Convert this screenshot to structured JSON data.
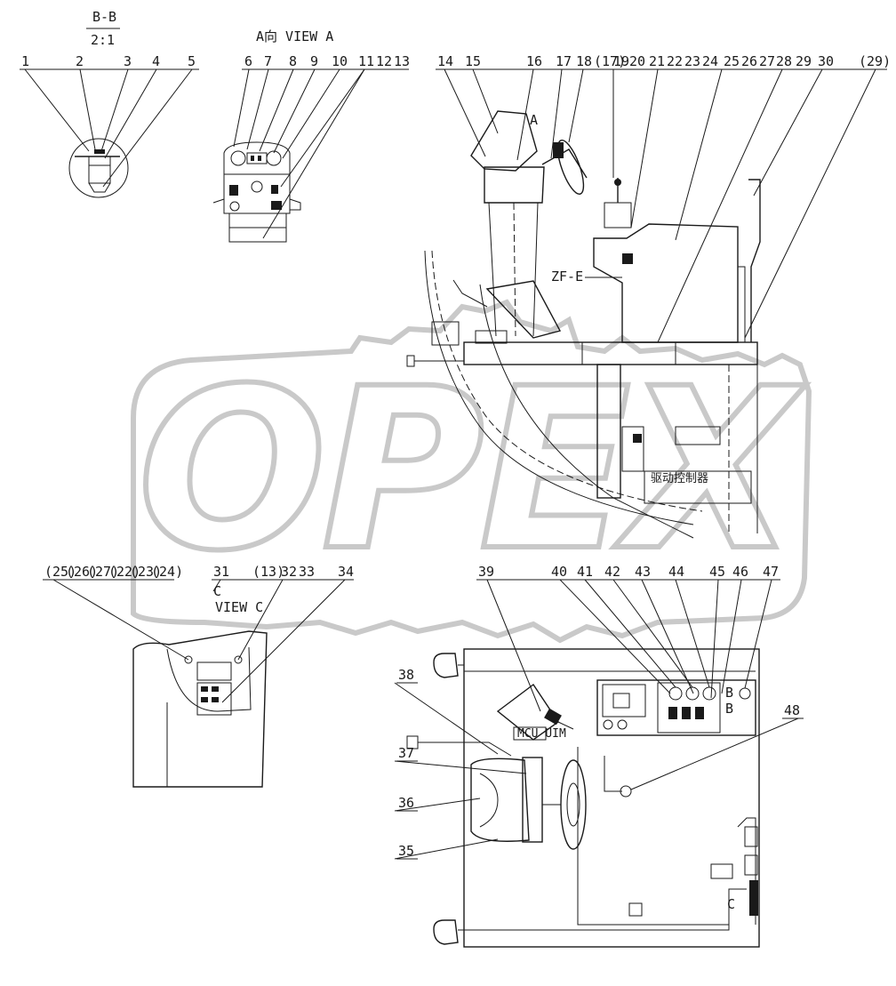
{
  "section_title": "B-B",
  "section_scale": "2:1",
  "view_a_title": "A向 VIEW A",
  "view_c_letter": "C",
  "view_c_title": "VIEW C",
  "view_a_marker": "A",
  "zf_label": "ZF-E",
  "b_marker": "B",
  "c_marker": "C",
  "watermark_text": "OPEX",
  "top_callouts": [
    "1",
    "2",
    "3",
    "4",
    "5",
    "6",
    "7",
    "8",
    "9",
    "10",
    "11",
    "12",
    "13",
    "14",
    "15",
    "16",
    "17",
    "18",
    "(17)",
    "19",
    "20",
    "21",
    "22",
    "23",
    "24",
    "25",
    "26",
    "27",
    "28",
    "29",
    "30",
    "(29)"
  ],
  "view_c_callouts": [
    "(25)",
    "(26)",
    "(27)",
    "(22)",
    "(23)",
    "(24)",
    "31",
    "(13)",
    "32",
    "33",
    "34"
  ],
  "bottom_callouts": [
    "39",
    "40",
    "41",
    "42",
    "43",
    "44",
    "45",
    "46",
    "47",
    "38",
    "48",
    "37",
    "36",
    "35"
  ],
  "box_label_1": "MCU UIM",
  "box_label_2": "驱动控制器",
  "colors": {
    "line": "#1a1a1a",
    "watermark": "#c9c9c9"
  }
}
